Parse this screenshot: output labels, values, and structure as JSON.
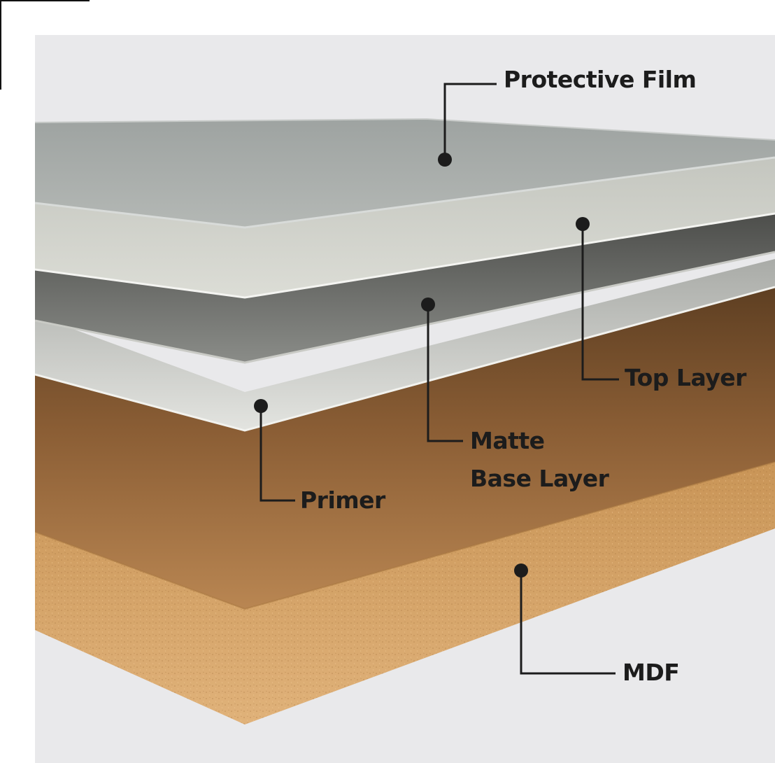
{
  "labels": {
    "protective_film": "Protective Film",
    "top_layer": "Top Layer",
    "matte_line1": "Matte",
    "matte_line2": "Base Layer",
    "primer": "Primer",
    "mdf": "MDF"
  },
  "colors": {
    "background": "#e9e9eb",
    "protective_film": "#a8adaa",
    "top_layer": "#cfd0c9",
    "matte_base_layer": "#727470",
    "primer": "#d7d8d4",
    "mdf_top": "#8a5e36",
    "mdf_edge": "#d9a76a",
    "callout": "#1c1c1c"
  }
}
